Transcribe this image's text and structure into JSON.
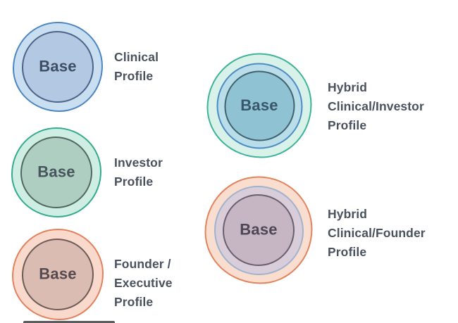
{
  "diagram": {
    "background_color": "#ffffff",
    "label_text_color": "#4a525f",
    "profiles": [
      {
        "name": "clinical",
        "base_label": "Base",
        "label_lines": [
          "Clinical",
          "Profile"
        ],
        "base_text_color": "#3d4e63",
        "rings": [
          {
            "fill": "#cadef2",
            "border": "#4d86c1"
          },
          {
            "fill": "#b3c9e3",
            "border": "#4c6488"
          }
        ]
      },
      {
        "name": "investor",
        "base_label": "Base",
        "label_lines": [
          "Investor",
          "Profile"
        ],
        "base_text_color": "#47555c",
        "rings": [
          {
            "fill": "#cfeee3",
            "border": "#35ab8e"
          },
          {
            "fill": "#aecec1",
            "border": "#50685f"
          }
        ]
      },
      {
        "name": "founder-executive",
        "base_label": "Base",
        "label_lines": [
          "Founder /",
          "Executive",
          "Profile"
        ],
        "base_text_color": "#564a50",
        "rings": [
          {
            "fill": "#f8d9cc",
            "border": "#e2815e"
          },
          {
            "fill": "#dabcb2",
            "border": "#6e5b57"
          }
        ]
      },
      {
        "name": "hybrid-clinical-investor",
        "base_label": "Base",
        "label_lines": [
          "Hybrid",
          "Clinical/Investor",
          "Profile"
        ],
        "base_text_color": "#39576b",
        "rings": [
          {
            "fill": "#d8f2ea",
            "border": "#3db399"
          },
          {
            "fill": "#b9dde9",
            "border": "#4d8cc2"
          },
          {
            "fill": "#8fc2d3",
            "border": "#41626f"
          }
        ]
      },
      {
        "name": "hybrid-clinical-founder",
        "base_label": "Base",
        "label_lines": [
          "Hybrid",
          "Clinical/Founder",
          "Profile"
        ],
        "base_text_color": "#4e4654",
        "rings": [
          {
            "fill": "#f9ddcf",
            "border": "#e2835f"
          },
          {
            "fill": "#d8cdd8",
            "border": "#9fb2ce"
          },
          {
            "fill": "#c6b6c3",
            "border": "#6b5f6d"
          }
        ]
      }
    ]
  }
}
